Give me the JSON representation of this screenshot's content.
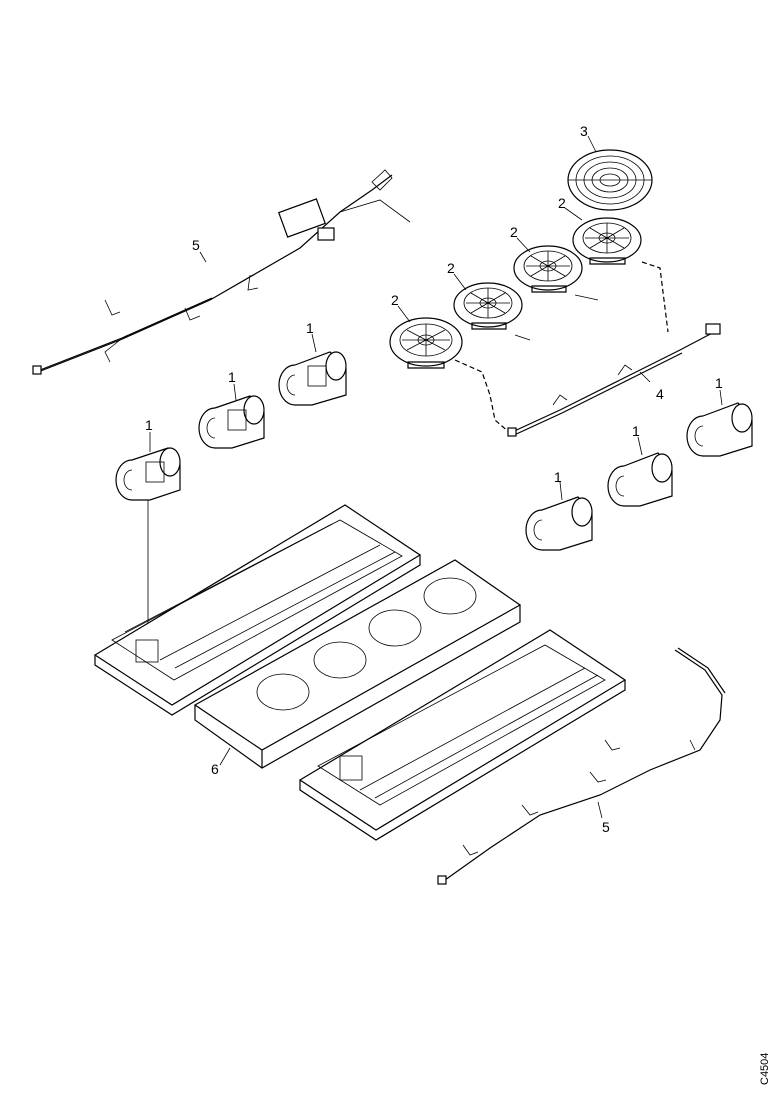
{
  "diagram": {
    "figure_id": "C4504",
    "callouts": [
      {
        "id": "c1a",
        "text": "1"
      },
      {
        "id": "c1b",
        "text": "1"
      },
      {
        "id": "c1c",
        "text": "1"
      },
      {
        "id": "c1d",
        "text": "1"
      },
      {
        "id": "c1e",
        "text": "1"
      },
      {
        "id": "c1f",
        "text": "1"
      },
      {
        "id": "c2a",
        "text": "2"
      },
      {
        "id": "c2b",
        "text": "2"
      },
      {
        "id": "c2c",
        "text": "2"
      },
      {
        "id": "c2d",
        "text": "2"
      },
      {
        "id": "c3",
        "text": "3"
      },
      {
        "id": "c4",
        "text": "4"
      },
      {
        "id": "c5a",
        "text": "5"
      },
      {
        "id": "c5b",
        "text": "5"
      },
      {
        "id": "c6",
        "text": "6"
      }
    ]
  }
}
